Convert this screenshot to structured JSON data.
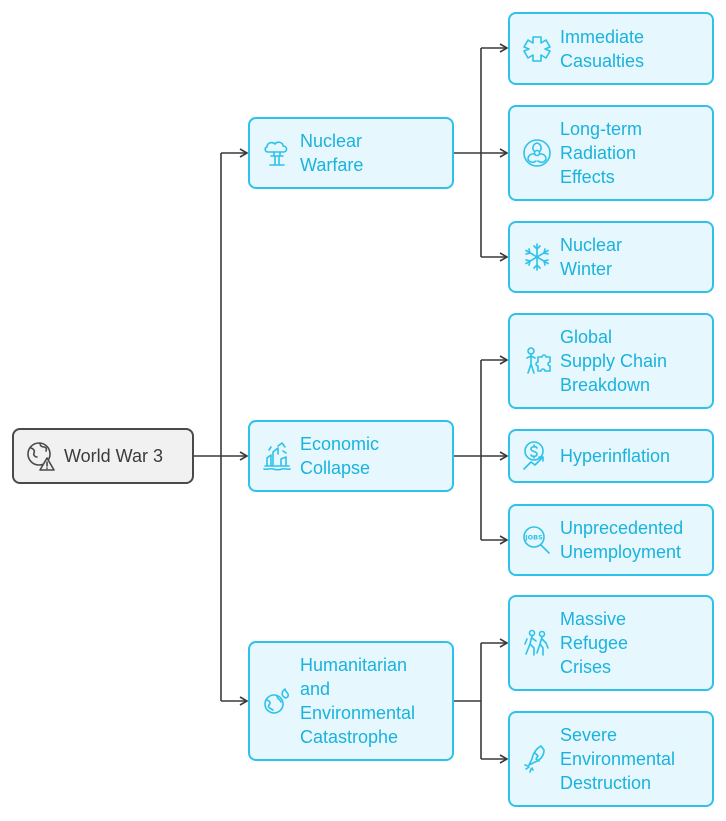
{
  "root": {
    "label": "World War 3",
    "icon": "globe-warning-icon"
  },
  "categories": [
    {
      "label": "Nuclear\nWarfare",
      "icon": "mushroom-cloud-icon",
      "children": [
        {
          "label": "Immediate\nCasualties",
          "icon": "medical-cross-icon"
        },
        {
          "label": "Long-term\nRadiation\nEffects",
          "icon": "biohazard-icon"
        },
        {
          "label": "Nuclear\nWinter",
          "icon": "snowflake-icon"
        }
      ]
    },
    {
      "label": "Economic\nCollapse",
      "icon": "collapsing-city-icon",
      "children": [
        {
          "label": "Global\nSupply Chain\nBreakdown",
          "icon": "puzzle-person-icon"
        },
        {
          "label": "Hyperinflation",
          "icon": "dollar-trend-icon"
        },
        {
          "label": "Unprecedented\nUnemployment",
          "icon": "jobs-search-icon"
        }
      ]
    },
    {
      "label": "Humanitarian\nand\nEnvironmental\nCatastrophe",
      "icon": "burning-earth-icon",
      "children": [
        {
          "label": "Massive\nRefugee\nCrises",
          "icon": "refugees-icon"
        },
        {
          "label": "Severe\nEnvironmental\nDestruction",
          "icon": "cracked-tree-icon"
        }
      ]
    }
  ],
  "colors": {
    "accent": "#2ec2ea",
    "text": "#1ab3de",
    "fill": "#e6f7fd",
    "root_border": "#4a4a4a",
    "connector": "#3a3a3a"
  }
}
